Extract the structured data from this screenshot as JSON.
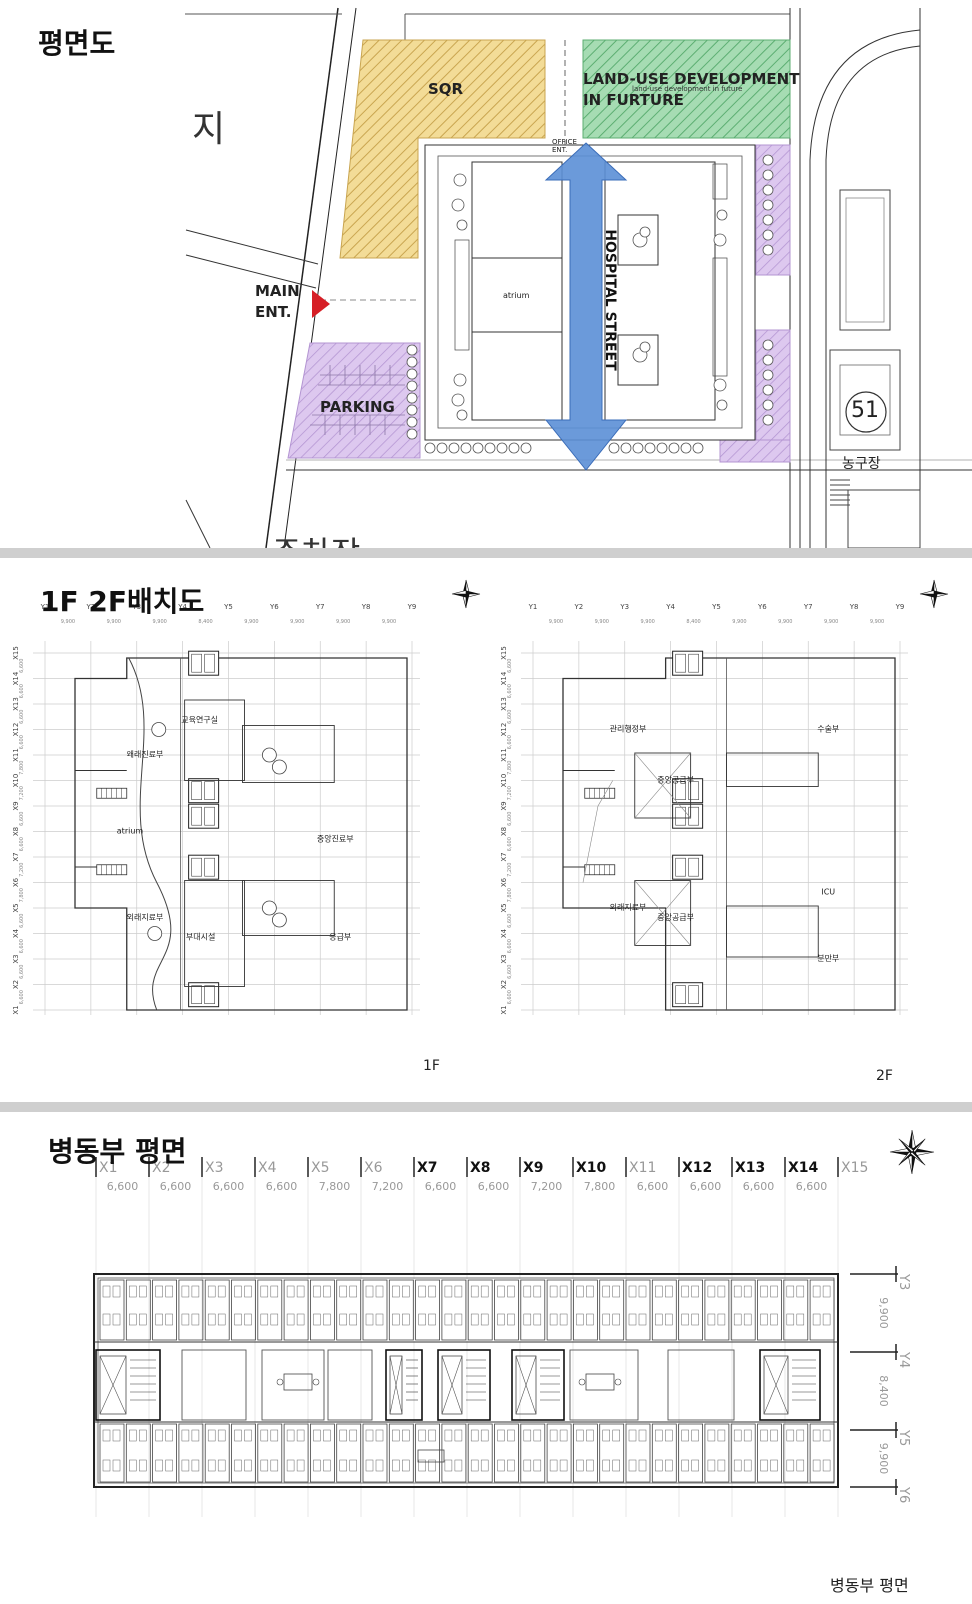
{
  "site_plan": {
    "title": "평면도",
    "label_ji": "지",
    "sqr": "SQR",
    "land_use_line1": "LAND-USE DEVELOPMENT",
    "land_use_line2": "IN FURTURE",
    "land_use_small": "land-use development in future",
    "office_ent": "OFFICE ENT.",
    "main_ent_line1": "MAIN",
    "main_ent_line2": "ENT.",
    "atrium": "atrium",
    "hospital_street": "HOSPITAL STREET",
    "parking": "PARKING",
    "number_51": "51",
    "basketball": "농구장",
    "bottom_partial": "주차장",
    "colors": {
      "sqr": "#f2d98c",
      "land_use": "#9ed9ad",
      "parking": "#d9c2ec",
      "arrow": "#5b8fd6",
      "entry": "#d61f26"
    }
  },
  "floor12": {
    "title": "1F 2F배치도",
    "label_1f": "1F",
    "label_2f": "2F",
    "y_axis": [
      "Y1",
      "Y2",
      "Y3",
      "Y4",
      "Y5",
      "Y6",
      "Y7",
      "Y8",
      "Y9"
    ],
    "y_spans": [
      "9,900",
      "9,900",
      "9,900",
      "8,400",
      "9,900",
      "9,900",
      "9,900",
      "9,900"
    ],
    "x_axis": [
      "X1",
      "X2",
      "X3",
      "X4",
      "X5",
      "X6",
      "X7",
      "X8",
      "X9",
      "X10",
      "X11",
      "X12",
      "X13",
      "X14",
      "X15"
    ],
    "x_spans": [
      "6,600",
      "6,600",
      "6,600",
      "6,600",
      "7,800",
      "7,200",
      "6,600",
      "6,600",
      "7,200",
      "7,800",
      "6,600",
      "6,600",
      "6,600",
      "6,600"
    ],
    "rooms_1f": {
      "outpatient_top": "왜래진료부",
      "atrium": "atrium",
      "outpatient_bottom": "외래지료부",
      "education": "교육연구실",
      "central": "중앙진료부",
      "facilities": "부대시설",
      "emergency": "응급부"
    },
    "rooms_2f": {
      "admin": "관리행정부",
      "supply_top": "중앙공급부",
      "surgery": "수술부",
      "icu": "ICU",
      "outpatient": "외래지료부",
      "supply_bottom": "중앙공급부",
      "delivery": "분만부"
    }
  },
  "ward": {
    "title": "병동부 평면",
    "caption": "병동부 평면",
    "x_axis": [
      "X1",
      "X2",
      "X3",
      "X4",
      "X5",
      "X6",
      "X7",
      "X8",
      "X9",
      "X10",
      "X11",
      "X12",
      "X13",
      "X14",
      "X15"
    ],
    "x_spans": [
      "6,600",
      "6,600",
      "6,600",
      "6,600",
      "7,800",
      "7,200",
      "6,600",
      "6,600",
      "7,200",
      "7,800",
      "6,600",
      "6,600",
      "6,600",
      "6,600"
    ],
    "y_axis": [
      "Y3",
      "Y4",
      "Y5",
      "Y6"
    ],
    "y_spans": [
      "9,900",
      "8,400",
      "9,900"
    ]
  }
}
